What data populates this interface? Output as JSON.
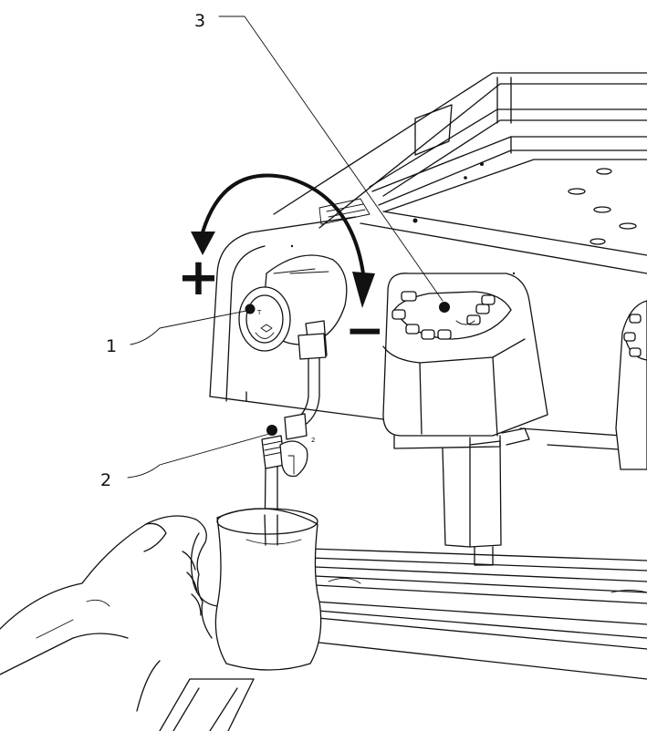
{
  "figure": {
    "callouts": [
      {
        "id": "1",
        "label": "1"
      },
      {
        "id": "2",
        "label": "2"
      },
      {
        "id": "3",
        "label": "3"
      }
    ],
    "symbols": {
      "plus": "+",
      "minus": "−"
    },
    "knob_marks": {
      "knob1_mark": "T",
      "knob2_mark": "2"
    },
    "colors": {
      "line": "#111111",
      "background": "#ffffff"
    }
  }
}
